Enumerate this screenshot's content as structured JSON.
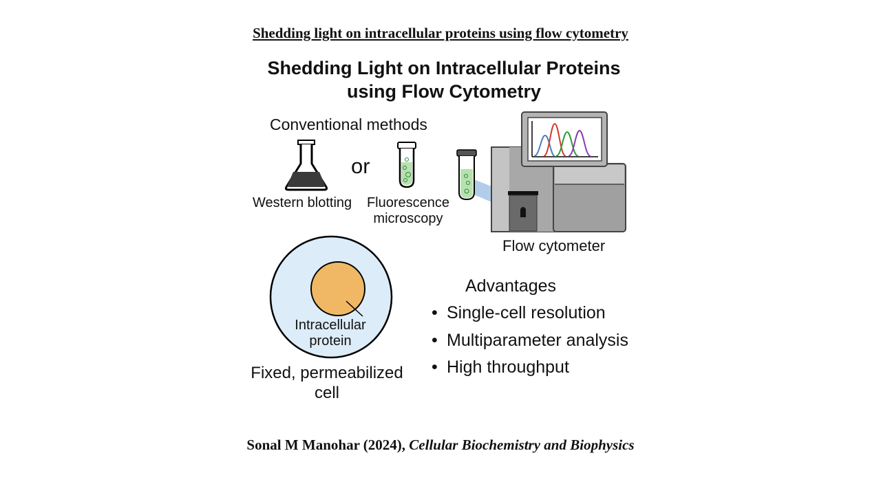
{
  "slide_title": "Shedding light on intracellular proteins using flow cytometry",
  "graphic": {
    "title_line1": "Shedding Light on Intracellular Proteins",
    "title_line2": "using Flow Cytometry",
    "conventional_heading": "Conventional methods",
    "or_text": "or",
    "western_label": "Western blotting",
    "fluorescence_line1": "Fluorescence",
    "fluorescence_line2": "microscopy",
    "cytometer_label": "Flow cytometer",
    "cell_label_line1": "Intracellular",
    "cell_label_line2": "protein",
    "cell_caption_line1": "Fixed, permeabilized",
    "cell_caption_line2": "cell",
    "advantages_heading": "Advantages",
    "advantages": [
      "Single-cell resolution",
      "Multiparameter analysis",
      "High throughput"
    ]
  },
  "citation": {
    "author": "Sonal M Manohar (2024),",
    "journal": "Cellular Biochemistry and Biophysics"
  },
  "colors": {
    "flask_liquid": "#3a3a3a",
    "tube_liquid": "#b8e0b0",
    "cell_body": "#dcecf8",
    "nucleus": "#f0b865",
    "machine_light": "#c4c4c4",
    "machine_dark": "#8c8c8c",
    "beam": "#a8c8e8",
    "peak_blue": "#4a7fc0",
    "peak_green": "#2e9a3a",
    "peak_red": "#d63a2a",
    "peak_purple": "#8a3ab0"
  },
  "icons": [
    "flask-icon",
    "test-tube-icon",
    "flow-cytometer-icon",
    "cell-icon"
  ]
}
